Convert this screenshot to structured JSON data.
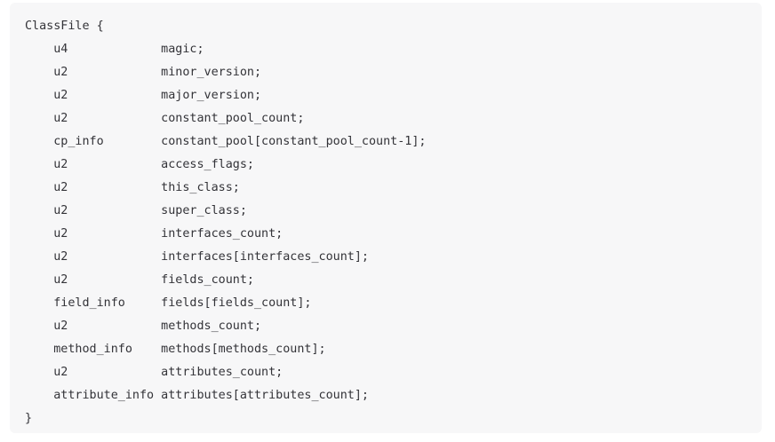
{
  "document": {
    "type": "code-block",
    "language": "java-class-file-structure",
    "background_color": "#f7f7f8",
    "page_background_color": "#ffffff",
    "text_color": "#333338",
    "border_radius": "6px"
  },
  "code": {
    "lines": [
      "ClassFile {",
      "    u4             magic;",
      "    u2             minor_version;",
      "    u2             major_version;",
      "    u2             constant_pool_count;",
      "    cp_info        constant_pool[constant_pool_count-1];",
      "    u2             access_flags;",
      "    u2             this_class;",
      "    u2             super_class;",
      "    u2             interfaces_count;",
      "    u2             interfaces[interfaces_count];",
      "    u2             fields_count;",
      "    field_info     fields[fields_count];",
      "    u2             methods_count;",
      "    method_info    methods[methods_count];",
      "    u2             attributes_count;",
      "    attribute_info attributes[attributes_count];",
      "}"
    ],
    "full_text": "ClassFile {\n    u4             magic;\n    u2             minor_version;\n    u2             major_version;\n    u2             constant_pool_count;\n    cp_info        constant_pool[constant_pool_count-1];\n    u2             access_flags;\n    u2             this_class;\n    u2             super_class;\n    u2             interfaces_count;\n    u2             interfaces[interfaces_count];\n    u2             fields_count;\n    field_info     fields[fields_count];\n    u2             methods_count;\n    method_info    methods[methods_count];\n    u2             attributes_count;\n    attribute_info attributes[attributes_count];\n}",
    "fields": [
      {
        "type": "u4",
        "name": "magic;"
      },
      {
        "type": "u2",
        "name": "minor_version;"
      },
      {
        "type": "u2",
        "name": "major_version;"
      },
      {
        "type": "u2",
        "name": "constant_pool_count;"
      },
      {
        "type": "cp_info",
        "name": "constant_pool[constant_pool_count-1];"
      },
      {
        "type": "u2",
        "name": "access_flags;"
      },
      {
        "type": "u2",
        "name": "this_class;"
      },
      {
        "type": "u2",
        "name": "super_class;"
      },
      {
        "type": "u2",
        "name": "interfaces_count;"
      },
      {
        "type": "u2",
        "name": "interfaces[interfaces_count];"
      },
      {
        "type": "u2",
        "name": "fields_count;"
      },
      {
        "type": "field_info",
        "name": "fields[fields_count];"
      },
      {
        "type": "u2",
        "name": "methods_count;"
      },
      {
        "type": "method_info",
        "name": "methods[methods_count];"
      },
      {
        "type": "u2",
        "name": "attributes_count;"
      },
      {
        "type": "attribute_info",
        "name": "attributes[attributes_count];"
      }
    ],
    "struct_open": "ClassFile {",
    "struct_close": "}"
  }
}
